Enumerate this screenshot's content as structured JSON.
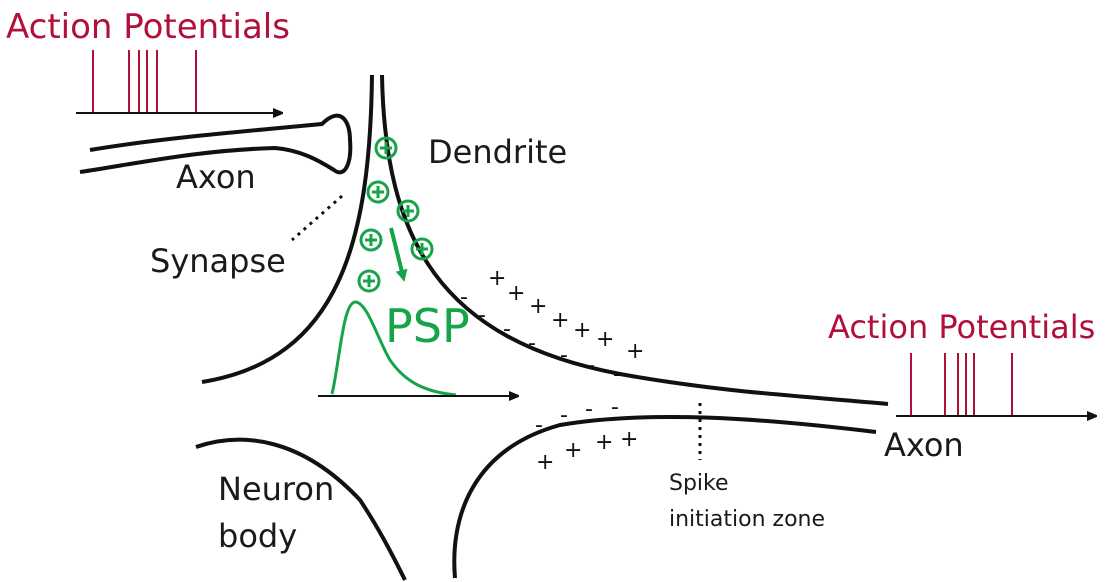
{
  "labels": {
    "action_potentials_in": "Action Potentials",
    "action_potentials_out": "Action Potentials",
    "axon_in": "Axon",
    "axon_out": "Axon",
    "dendrite": "Dendrite",
    "synapse": "Synapse",
    "psp": "PSP",
    "neuron_body_line1": "Neuron",
    "neuron_body_line2": "body",
    "spike_zone_line1": "Spike",
    "spike_zone_line2": "initiation zone"
  },
  "symbols": {
    "ion": "+",
    "plus": "+",
    "minus": "-"
  },
  "colors": {
    "action_potential": "#b0103a",
    "psp": "#16a34a",
    "outline": "#111111"
  }
}
